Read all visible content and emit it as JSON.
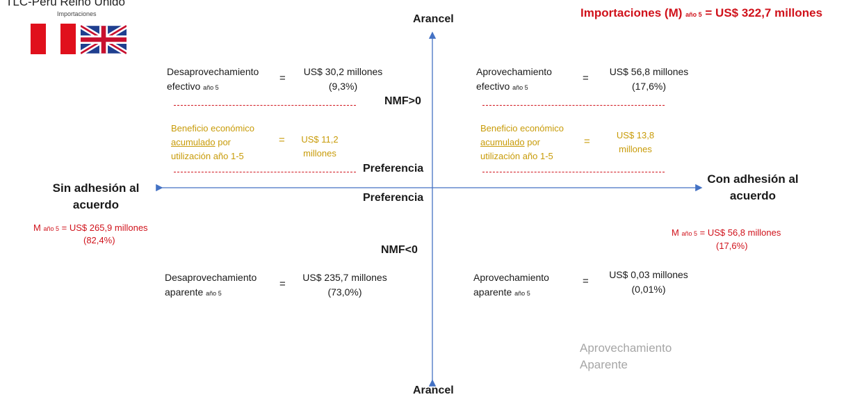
{
  "header": {
    "title": "TLC-Perú Reino Unido",
    "subtitle": "Importaciones",
    "total_label": "Importaciones (M)",
    "total_year": "año 5",
    "total_value": "= US$ 322,7 millones"
  },
  "axes": {
    "top": "Arancel",
    "bottom": "Arancel",
    "left_line1": "Sin adhesión al",
    "left_line2": "acuerdo",
    "right_line1": "Con adhesión al",
    "right_line2": "acuerdo",
    "nmf_pos": "NMF>0",
    "nmf_neg": "NMF<0",
    "pref_upper": "Preferencia",
    "pref_lower": "Preferencia"
  },
  "left_side": {
    "m_label": "M",
    "m_year": "año 5",
    "m_value": "= US$ 265,9 millones",
    "m_pct": "(82,4%)"
  },
  "right_side": {
    "m_label": "M",
    "m_year": "año 5",
    "m_value": "= US$ 56,8 millones",
    "m_pct": "(17,6%)"
  },
  "quadrants": {
    "top_left": {
      "line1": "Desaprovechamiento",
      "line2": "efectivo",
      "year": "año 5",
      "eq": "=",
      "value": "US$ 30,2 millones",
      "pct": "(9,3%)",
      "benefit_line1": "Beneficio económico",
      "benefit_line2a": "acumulado",
      "benefit_line2b": " por",
      "benefit_line3": "utilización año 1-5",
      "benefit_eq": "=",
      "benefit_value1": "US$ 11,2",
      "benefit_value2": "millones"
    },
    "top_right": {
      "line1": "Aprovechamiento",
      "line2": "efectivo",
      "year": "año 5",
      "eq": "=",
      "value": "US$ 56,8 millones",
      "pct": "(17,6%)",
      "benefit_line1": "Beneficio económico",
      "benefit_line2a": "acumulado",
      "benefit_line2b": " por",
      "benefit_line3": "utilización año 1-5",
      "benefit_eq": "=",
      "benefit_value1": "US$ 13,8",
      "benefit_value2": "millones"
    },
    "bottom_left": {
      "line1": "Desaprovechamiento",
      "line2": "aparente",
      "year": "año 5",
      "eq": "=",
      "value": "US$ 235,7 millones",
      "pct": "(73,0%)"
    },
    "bottom_right": {
      "line1": "Aprovechamiento",
      "line2": "aparente",
      "year": "año 5",
      "eq": "=",
      "value": "US$ 0,03 millones",
      "pct": "(0,01%)"
    }
  },
  "watermark": {
    "line1": "Aprovechamiento",
    "line2": "Aparente"
  },
  "colors": {
    "red": "#d0121b",
    "gold": "#c89b08",
    "axis": "#4472c4",
    "grey": "#a6a6a6"
  }
}
